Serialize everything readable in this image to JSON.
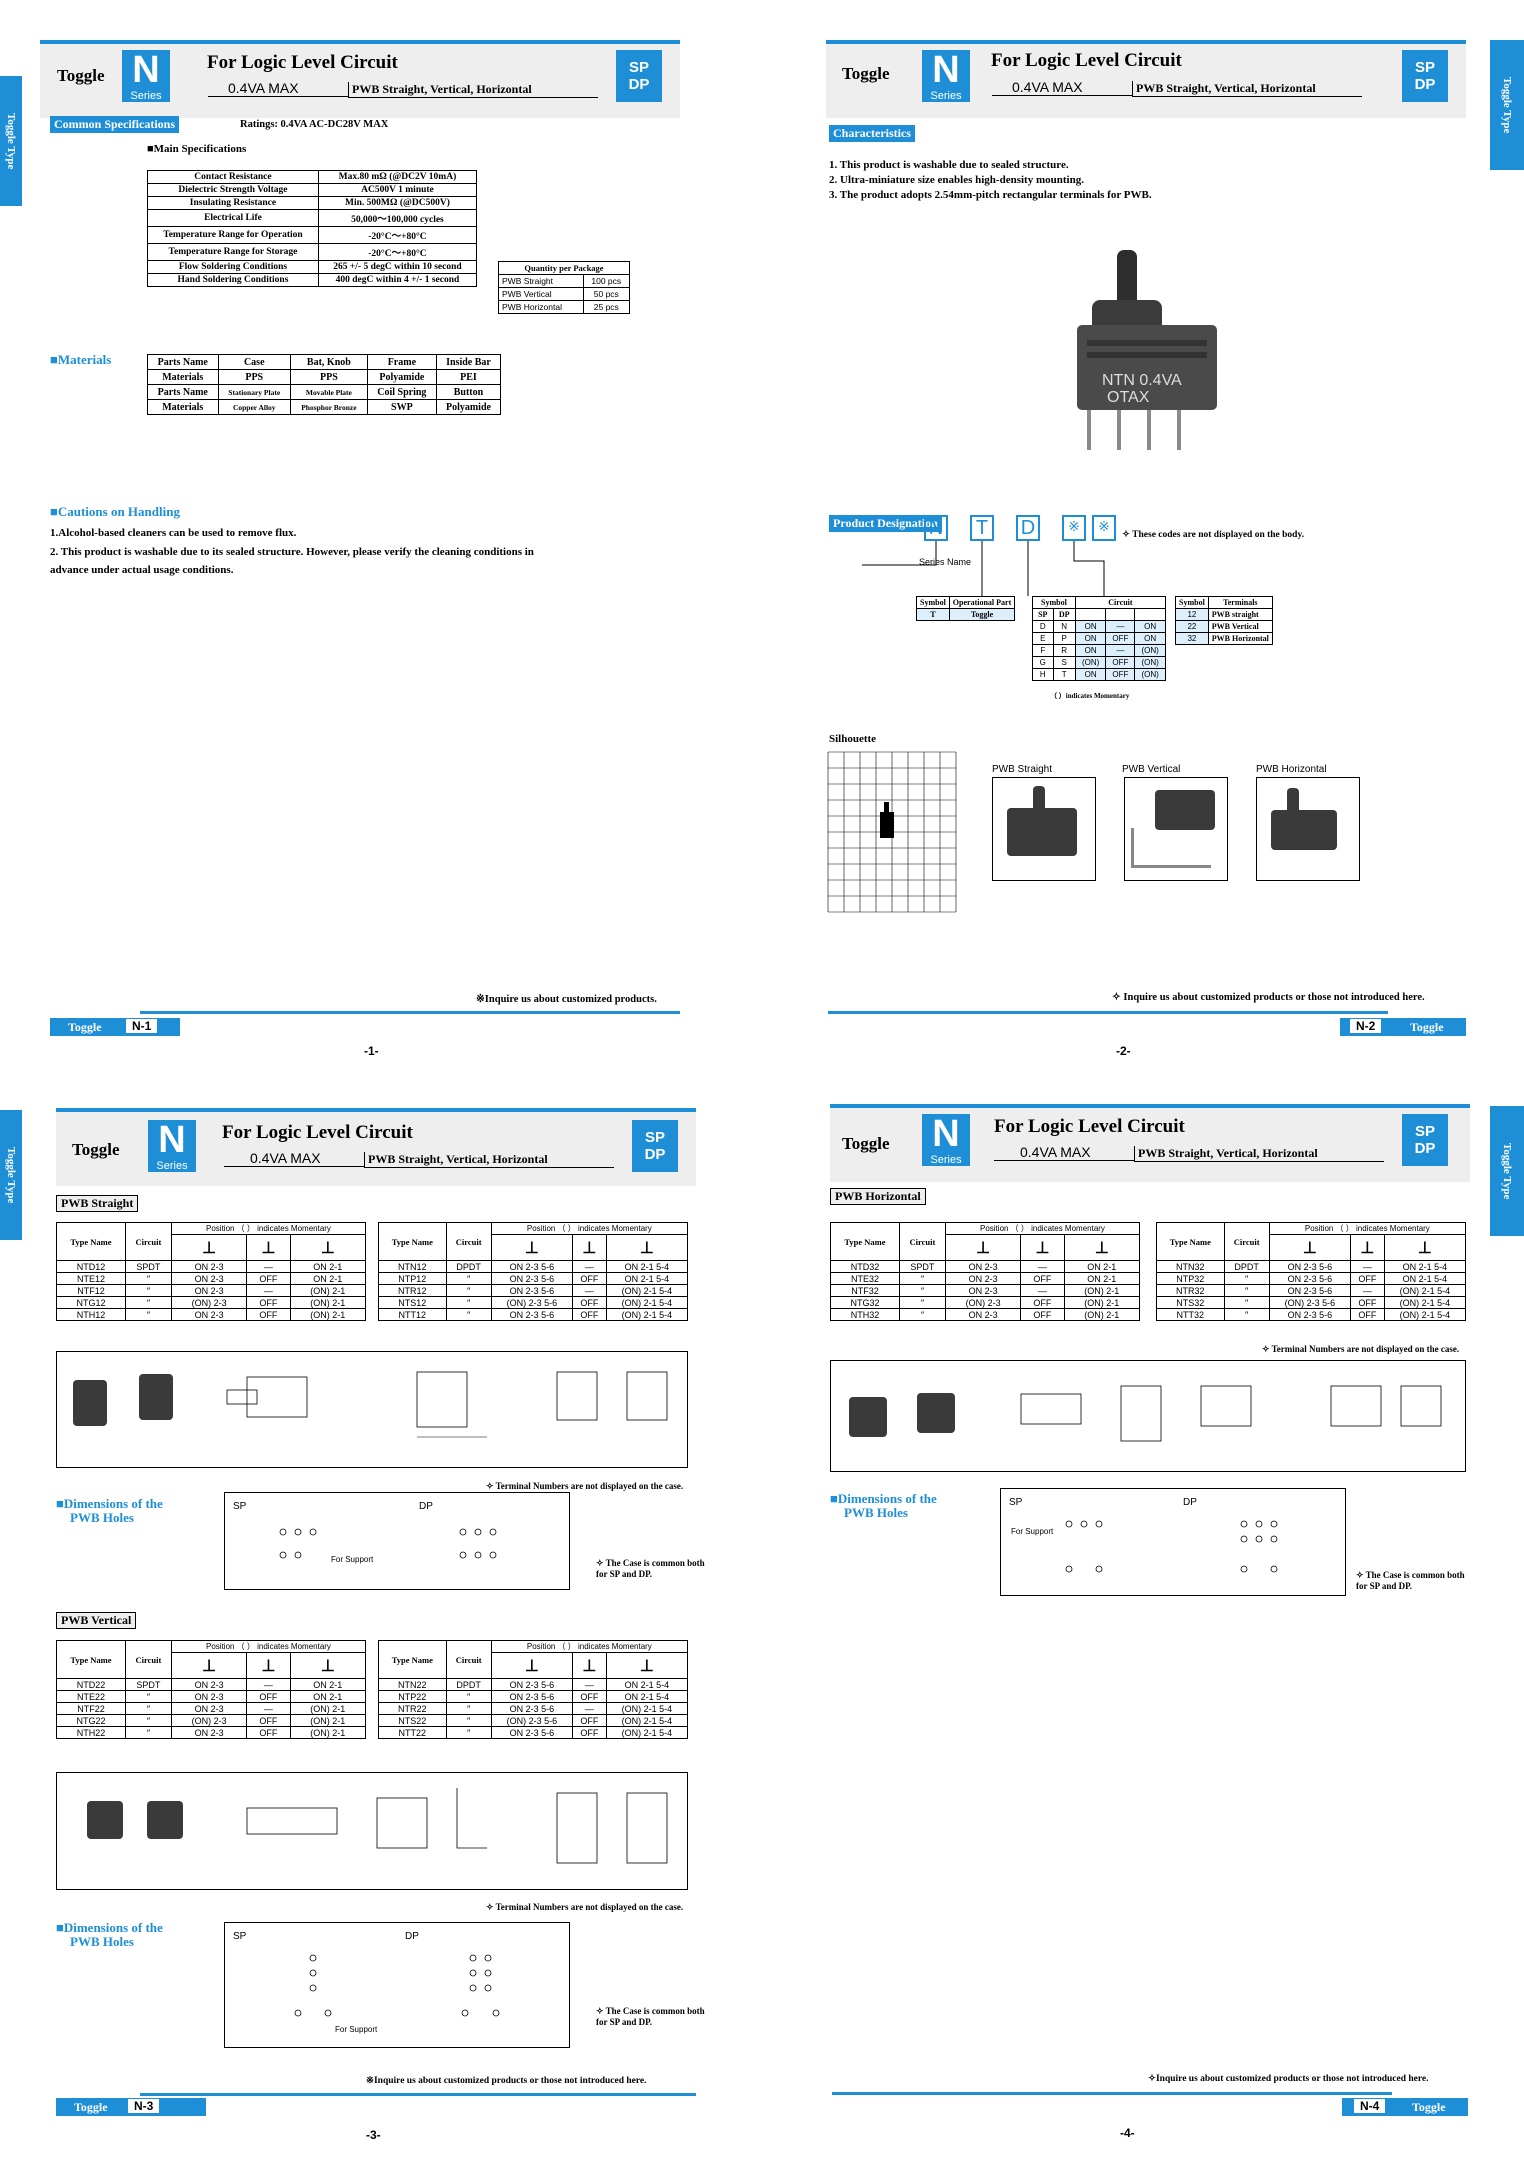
{
  "common": {
    "toggle": "Toggle",
    "n": "N",
    "series": "Series",
    "title": "For Logic Level Circuit",
    "rating": "0.4VA MAX",
    "mount": "PWB Straight, Vertical, Horizontal",
    "sp": "SP",
    "dp": "DP",
    "side_tab": "Toggle Type",
    "position_hdr": "Position （ ） indicates Momentary",
    "type_name": "Type Name",
    "circuit": "Circuit",
    "terminal_note": "✧ Terminal Numbers are not displayed on the case.",
    "case_common": "✧ The Case is common both for SP and DP.",
    "for_support": "For Support",
    "dim_label_1": "■Dimensions of the",
    "dim_label_2": "PWB Holes"
  },
  "page1": {
    "common_spec": "Common Specifications",
    "ratings": "Ratings: 0.4VA  AC-DC28V  MAX",
    "main_spec": "■Main Specifications",
    "specs": [
      [
        "Contact Resistance",
        "Max.80 mΩ (@DC2V 10mA)"
      ],
      [
        "Dielectric Strength Voltage",
        "AC500V 1 minute"
      ],
      [
        "Insulating Resistance",
        "Min. 500MΩ (@DC500V)"
      ],
      [
        "Electrical Life",
        "50,000〜100,000 cycles"
      ],
      [
        "Temperature Range for Operation",
        "-20°C〜+80°C"
      ],
      [
        "Temperature Range for Storage",
        "-20°C〜+80°C"
      ],
      [
        "Flow Soldering Conditions",
        "265 +/- 5 degC within 10 second"
      ],
      [
        "Hand Soldering Conditions",
        "400 degC within 4 +/- 1 second"
      ]
    ],
    "qty_title": "Quantity per Package",
    "qty": [
      [
        "PWB Straight",
        "100 pcs"
      ],
      [
        "PWB Vertical",
        "50 pcs"
      ],
      [
        "PWB Horizontal",
        "25 pcs"
      ]
    ],
    "materials_title": "■Materials",
    "materials": [
      [
        "Parts Name",
        "Case",
        "Bat, Knob",
        "Frame",
        "Inside Bar"
      ],
      [
        "Materials",
        "PPS",
        "PPS",
        "Polyamide",
        "PEI"
      ],
      [
        "Parts Name",
        "Stationary Plate",
        "Movable Plate",
        "Coil Spring",
        "Button"
      ],
      [
        "Materials",
        "Copper Alloy",
        "Phosphor Bronze",
        "SWP",
        "Polyamide"
      ]
    ],
    "cautions_title": "■Cautions on Handling",
    "caution1": "1.Alcohol-based cleaners can be used to remove flux.",
    "caution2a": "2. This product is washable due to its sealed structure. However, please verify the cleaning conditions in",
    "caution2b": "advance under actual usage conditions.",
    "inquire": "※Inquire us about customized products.",
    "foot_code": "N-1",
    "page_no": "-1-"
  },
  "page2": {
    "characteristics": "Characteristics",
    "char1": "1. This product is washable due to sealed structure.",
    "char2": "2. Ultra-miniature size enables high-density mounting.",
    "char3": "3. The product adopts 2.54mm-pitch rectangular terminals for PWB.",
    "body_text1": "NTN 0.4VA",
    "body_text2": "OTAX",
    "designation": "Product Designation",
    "code_n": "N",
    "code_t": "T",
    "code_d": "D",
    "code_x": "※",
    "not_displayed": "✧ These codes are not displayed on the body.",
    "series_name": "Series Name",
    "op_hdr": [
      "Symbol",
      "Operational Part"
    ],
    "op_row": [
      "T",
      "Toggle"
    ],
    "circ_hdr": [
      "Symbol",
      "Circuit"
    ],
    "circ_rows": [
      [
        "D",
        "N",
        "ON",
        "—",
        "ON"
      ],
      [
        "E",
        "P",
        "ON",
        "OFF",
        "ON"
      ],
      [
        "F",
        "R",
        "ON",
        "—",
        "(ON)"
      ],
      [
        "G",
        "S",
        "(ON)",
        "OFF",
        "(ON)"
      ],
      [
        "H",
        "T",
        "ON",
        "OFF",
        "(ON)"
      ]
    ],
    "momentary": "（ ）indicates Momentary",
    "term_hdr": [
      "Symbol",
      "Terminals"
    ],
    "term_rows": [
      [
        "12",
        "PWB straight"
      ],
      [
        "22",
        "PWB Vertical"
      ],
      [
        "32",
        "PWB Horizontal"
      ]
    ],
    "silhouette": "Silhouette",
    "photo_labels": [
      "PWB Straight",
      "PWB Vertical",
      "PWB Horizontal"
    ],
    "inquire": "✧ Inquire us about customized products or those not introduced here.",
    "foot_code": "N-2",
    "page_no": "-2-"
  },
  "page3": {
    "straight_tag": "PWB Straight",
    "vertical_tag": "PWB Vertical",
    "straight_sp": [
      [
        "NTD12",
        "SPDT",
        "ON 2-3",
        "—",
        "ON 2-1"
      ],
      [
        "NTE12",
        "″",
        "ON 2-3",
        "OFF",
        "ON 2-1"
      ],
      [
        "NTF12",
        "″",
        "ON 2-3",
        "—",
        "(ON) 2-1"
      ],
      [
        "NTG12",
        "″",
        "(ON) 2-3",
        "OFF",
        "(ON) 2-1"
      ],
      [
        "NTH12",
        "″",
        "ON 2-3",
        "OFF",
        "(ON) 2-1"
      ]
    ],
    "straight_dp": [
      [
        "NTN12",
        "DPDT",
        "ON 2-3 5-6",
        "—",
        "ON 2-1 5-4"
      ],
      [
        "NTP12",
        "″",
        "ON 2-3 5-6",
        "OFF",
        "ON 2-1 5-4"
      ],
      [
        "NTR12",
        "″",
        "ON 2-3 5-6",
        "—",
        "(ON) 2-1 5-4"
      ],
      [
        "NTS12",
        "″",
        "(ON) 2-3 5-6",
        "OFF",
        "(ON) 2-1 5-4"
      ],
      [
        "NTT12",
        "″",
        "ON 2-3 5-6",
        "OFF",
        "(ON) 2-1 5-4"
      ]
    ],
    "vertical_sp": [
      [
        "NTD22",
        "SPDT",
        "ON 2-3",
        "—",
        "ON 2-1"
      ],
      [
        "NTE22",
        "″",
        "ON 2-3",
        "OFF",
        "ON 2-1"
      ],
      [
        "NTF22",
        "″",
        "ON 2-3",
        "—",
        "(ON) 2-1"
      ],
      [
        "NTG22",
        "″",
        "(ON) 2-3",
        "OFF",
        "(ON) 2-1"
      ],
      [
        "NTH22",
        "″",
        "ON 2-3",
        "OFF",
        "(ON) 2-1"
      ]
    ],
    "vertical_dp": [
      [
        "NTN22",
        "DPDT",
        "ON 2-3 5-6",
        "—",
        "ON 2-1 5-4"
      ],
      [
        "NTP22",
        "″",
        "ON 2-3 5-6",
        "OFF",
        "ON 2-1 5-4"
      ],
      [
        "NTR22",
        "″",
        "ON 2-3 5-6",
        "—",
        "(ON) 2-1 5-4"
      ],
      [
        "NTS22",
        "″",
        "(ON) 2-3 5-6",
        "OFF",
        "(ON) 2-1 5-4"
      ],
      [
        "NTT22",
        "″",
        "ON 2-3 5-6",
        "OFF",
        "(ON) 2-1 5-4"
      ]
    ],
    "inquire": "※Inquire us about customized products or those not introduced here.",
    "foot_code": "N-3",
    "page_no": "-3-"
  },
  "page4": {
    "horizontal_tag": "PWB Horizontal",
    "horizontal_sp": [
      [
        "NTD32",
        "SPDT",
        "ON 2-3",
        "—",
        "ON 2-1"
      ],
      [
        "NTE32",
        "″",
        "ON 2-3",
        "OFF",
        "ON 2-1"
      ],
      [
        "NTF32",
        "″",
        "ON 2-3",
        "—",
        "(ON) 2-1"
      ],
      [
        "NTG32",
        "″",
        "(ON) 2-3",
        "OFF",
        "(ON) 2-1"
      ],
      [
        "NTH32",
        "″",
        "ON 2-3",
        "OFF",
        "(ON) 2-1"
      ]
    ],
    "horizontal_dp": [
      [
        "NTN32",
        "DPDT",
        "ON 2-3 5-6",
        "—",
        "ON 2-1 5-4"
      ],
      [
        "NTP32",
        "″",
        "ON 2-3 5-6",
        "OFF",
        "ON 2-1 5-4"
      ],
      [
        "NTR32",
        "″",
        "ON 2-3 5-6",
        "—",
        "(ON) 2-1 5-4"
      ],
      [
        "NTS32",
        "″",
        "(ON) 2-3 5-6",
        "OFF",
        "(ON) 2-1 5-4"
      ],
      [
        "NTT32",
        "″",
        "ON 2-3 5-6",
        "OFF",
        "(ON) 2-1 5-4"
      ]
    ],
    "inquire": "✧Inquire us about customized products or those not introduced here.",
    "foot_code": "N-4",
    "page_no": "-4-"
  }
}
